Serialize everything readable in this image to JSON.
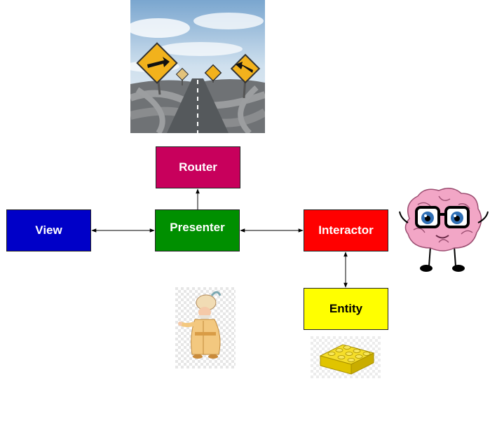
{
  "diagram": {
    "nodes": {
      "view": {
        "label": "View",
        "color": "#0000c8"
      },
      "router": {
        "label": "Router",
        "color": "#c8005c"
      },
      "presenter": {
        "label": "Presenter",
        "color": "#008f00"
      },
      "interactor": {
        "label": "Interactor",
        "color": "#ff0000"
      },
      "entity": {
        "label": "Entity",
        "color": "#ffff00"
      }
    },
    "edges": [
      {
        "from": "presenter",
        "to": "router",
        "direction": "single"
      },
      {
        "from": "view",
        "to": "presenter",
        "direction": "both"
      },
      {
        "from": "presenter",
        "to": "interactor",
        "direction": "both"
      },
      {
        "from": "interactor",
        "to": "entity",
        "direction": "both"
      }
    ],
    "illustrations": [
      {
        "name": "road-signs-illustration",
        "near": "router"
      },
      {
        "name": "brain-with-glasses-illustration",
        "near": "interactor"
      },
      {
        "name": "sultan-illustration",
        "near": "presenter"
      },
      {
        "name": "lego-brick-illustration",
        "near": "entity"
      }
    ]
  }
}
